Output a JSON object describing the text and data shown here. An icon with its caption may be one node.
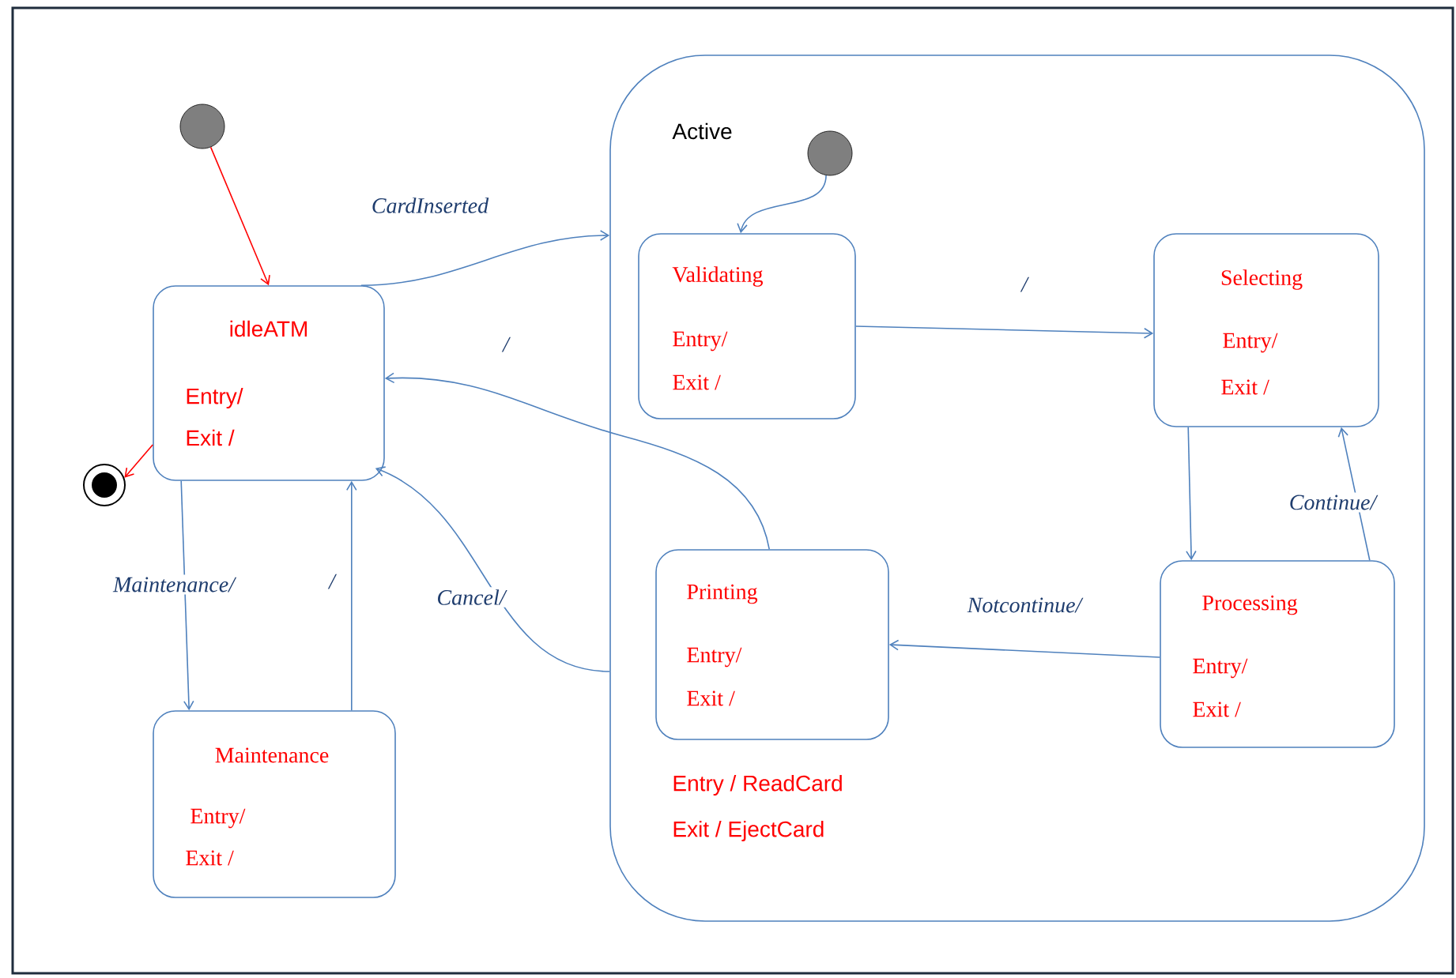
{
  "diagram": {
    "nodes": [
      {
        "text": [],
        "shape": "circle"
      },
      {
        "text": [
          "idleATM",
          "Entry/",
          "Exit /"
        ]
      },
      {
        "text": [],
        "shape": "circle"
      },
      {
        "text": [
          "Maintenance",
          "Entry/",
          "Exit /"
        ]
      },
      {
        "text": [
          "Active",
          "Entry / ReadCard",
          "Exit / EjectCard"
        ]
      },
      {
        "text": [],
        "shape": "circle",
        "in": 4
      },
      {
        "text": [
          "Validating",
          "Entry/",
          "Exit /"
        ],
        "in": 4
      },
      {
        "text": [
          "Selecting",
          "Entry/",
          "Exit /"
        ],
        "in": 4
      },
      {
        "text": [
          "Printing",
          "Entry/",
          "Exit /"
        ],
        "in": 4
      },
      {
        "text": [
          "Processing",
          "Entry/",
          "Exit /"
        ],
        "in": 4
      }
    ],
    "edges": [
      {
        "from": 0,
        "to": 1,
        "arrow": "to",
        "color": "#ff0000"
      },
      {
        "from": 1,
        "to": 2,
        "arrow": "to",
        "color": "#ff0000"
      },
      {
        "from": 1,
        "to": 4,
        "arrow": "to",
        "label": "CardInserted"
      },
      {
        "from": 1,
        "to": 3,
        "arrow": "to",
        "label": "Maintenance/"
      },
      {
        "from": 3,
        "to": 1,
        "arrow": "to",
        "label": "/"
      },
      {
        "from": 4,
        "to": 1,
        "arrow": "to",
        "label": "Cancel/"
      },
      {
        "from": 8,
        "to": 1,
        "arrow": "to",
        "label": "/"
      },
      {
        "from": 5,
        "to": 6,
        "arrow": "to"
      },
      {
        "from": 6,
        "to": 7,
        "arrow": "to",
        "label": "/"
      },
      {
        "from": 7,
        "to": 9,
        "arrow": "to"
      },
      {
        "from": 9,
        "to": 7,
        "arrow": "to",
        "label": "Continue/"
      },
      {
        "from": 9,
        "to": 8,
        "arrow": "to",
        "label": "Notcontinue/"
      }
    ]
  }
}
